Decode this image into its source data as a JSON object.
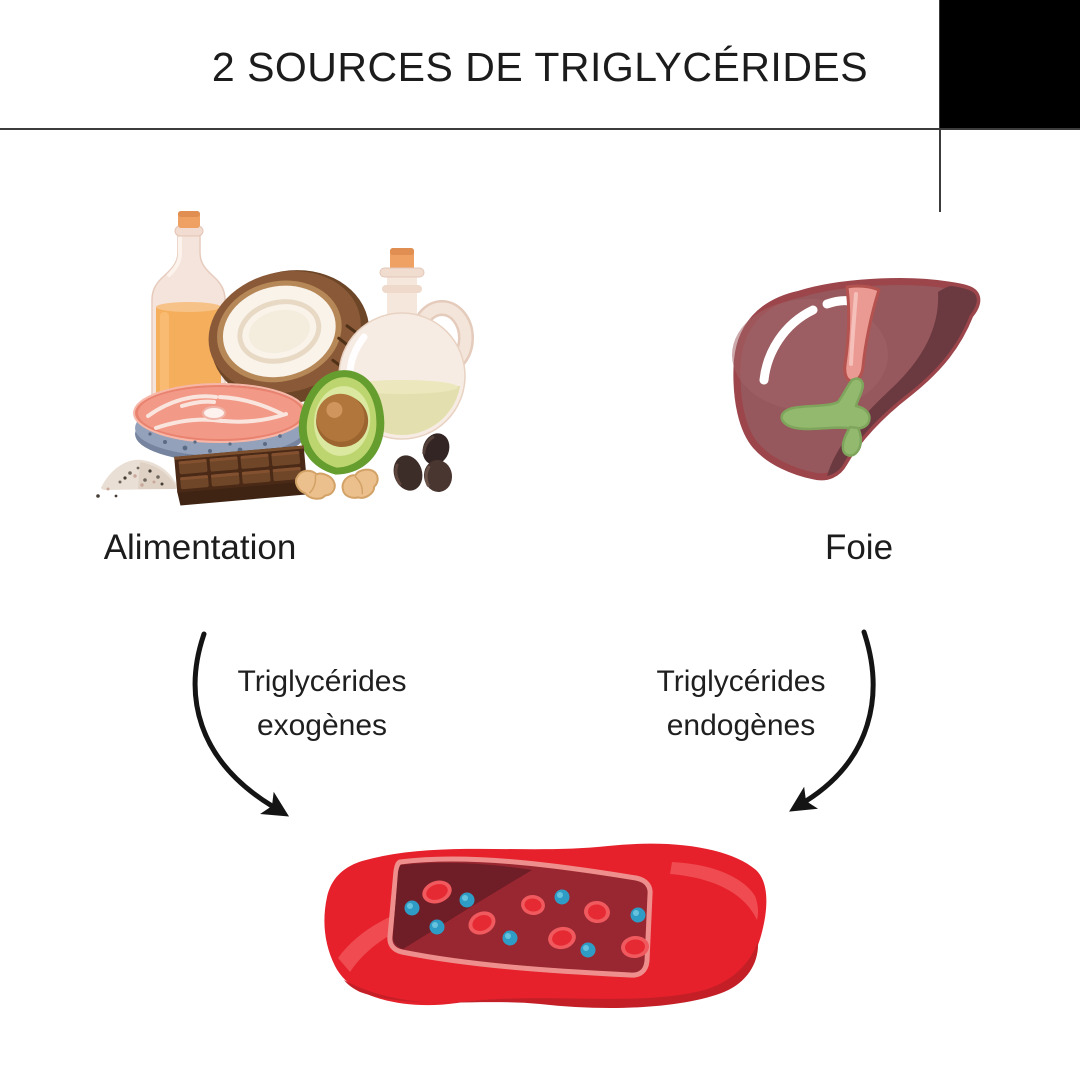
{
  "header": {
    "title": "2 SOURCES DE TRIGLYCÉRIDES",
    "divider_color": "#3c3c3c",
    "corner_color": "#000000"
  },
  "sources": [
    {
      "label": "Alimentation",
      "illustration": "fatty-foods-illustration",
      "arrow_label": {
        "line1": "Triglycérides",
        "line2": "exogènes"
      }
    },
    {
      "label": "Foie",
      "illustration": "liver-illustration",
      "arrow_label": {
        "line1": "Triglycérides",
        "line2": "endogènes"
      }
    }
  ],
  "destination": {
    "illustration": "blood-vessel-illustration"
  },
  "colors": {
    "text": "#1c1c1c",
    "arrow": "#141414",
    "vessel_red": "#e6212b",
    "vessel_inner": "#982731",
    "vessel_rim": "#ef8f8d",
    "liver_body": "#96585c",
    "liver_outline": "#9c454b",
    "gallbladder_green": "#93b96f",
    "particle_blue": "#2f9cc6",
    "blood_cell_red": "#e62a33"
  }
}
